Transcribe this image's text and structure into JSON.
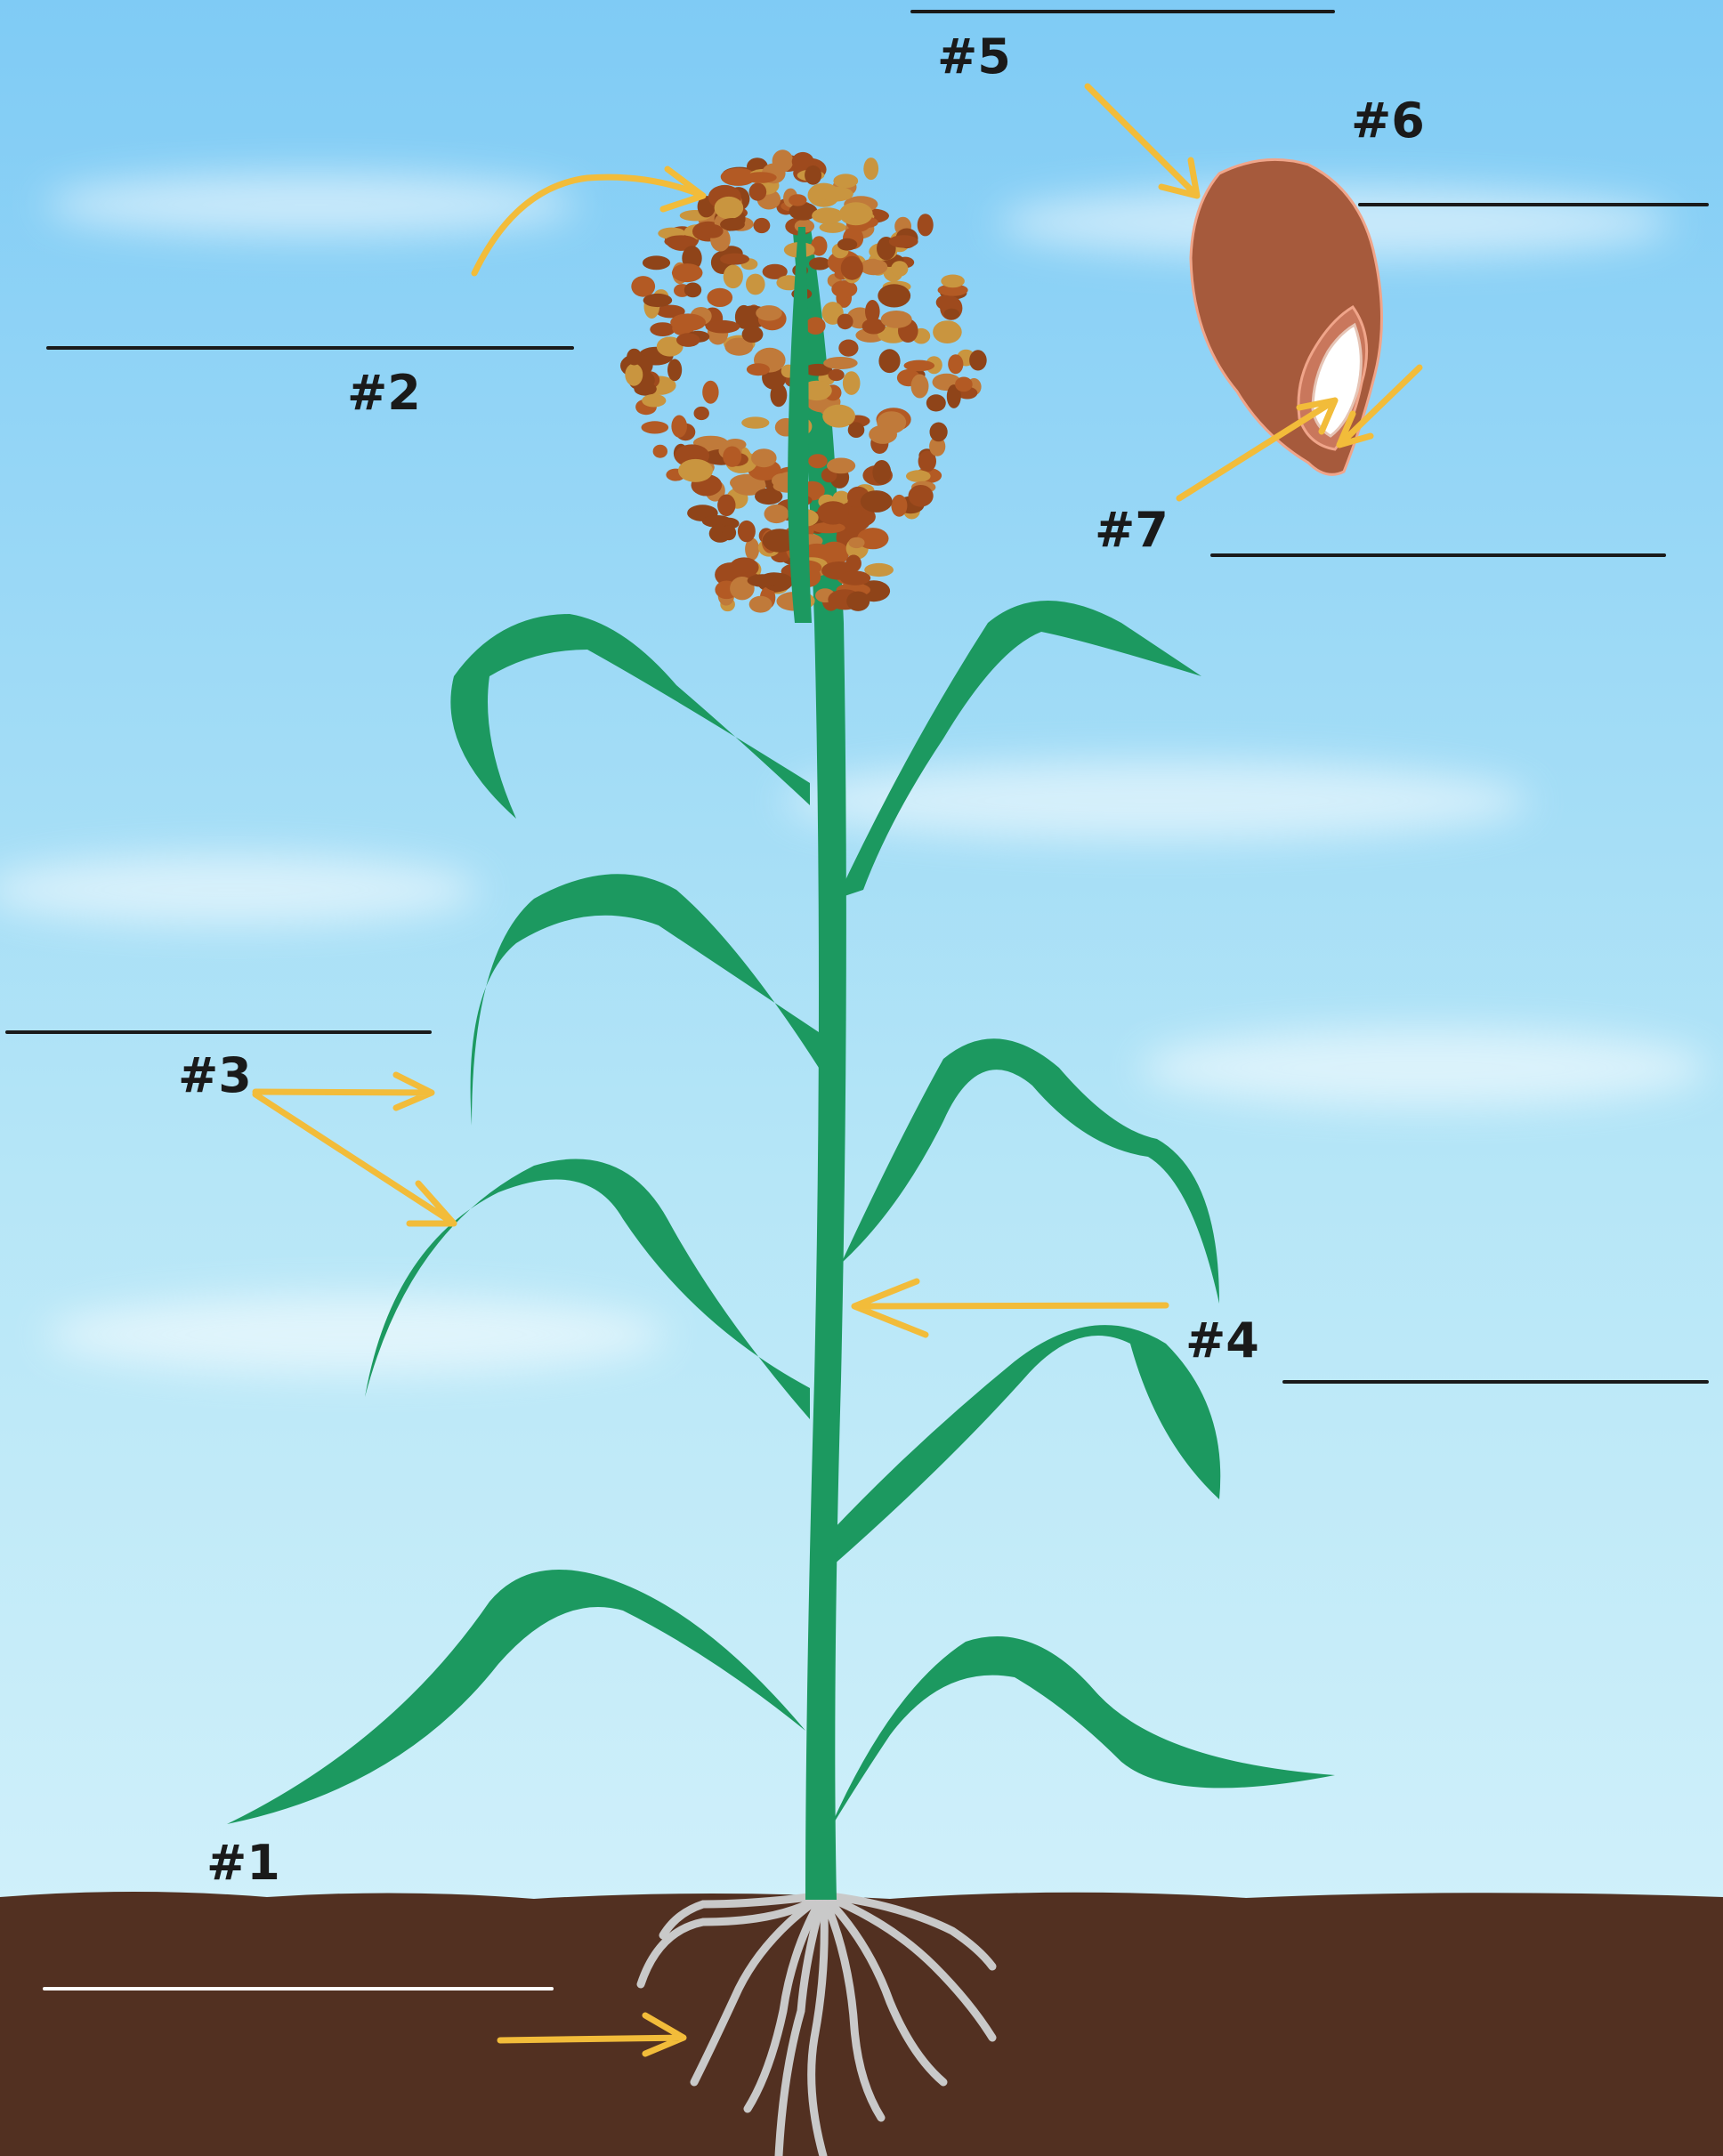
{
  "diagram": {
    "labels": {
      "n1": "#1",
      "n2": "#2",
      "n3": "#3",
      "n4": "#4",
      "n5": "#5",
      "n6": "#6",
      "n7": "#7"
    },
    "colors": {
      "sky_top": "#7fcbf5",
      "sky_bottom": "#d8f3fb",
      "soil": "#523021",
      "leaf": "#1c9960",
      "arrow": "#f2bc3a",
      "root": "#c9c9c9",
      "seed": "#a65a3c",
      "grain_dark": "#9e4a1d",
      "grain_gold": "#c9953f"
    }
  }
}
